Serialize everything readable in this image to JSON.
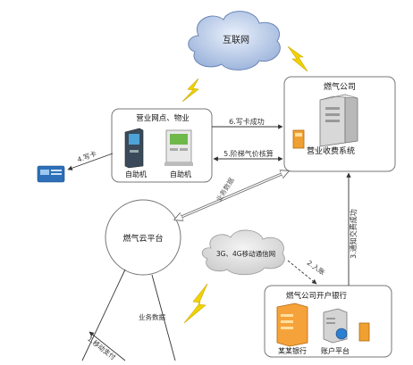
{
  "nodes": {
    "internet": "互联网",
    "gas_company": "燃气公司",
    "billing_system": "营业收费系统",
    "outlets": "营业网点、物业",
    "kiosk_left": "自助机",
    "kiosk_right": "自助机",
    "gas_cloud": "燃气云平台",
    "mobile_network": "3G、4G移动通信网",
    "bank_title": "燃气公司开户银行",
    "bank_name": "某某银行",
    "account_platform": "账户平台"
  },
  "edges": {
    "write_card_success": "6.写卡成功",
    "tiered_price": "5.阶梯气价核算",
    "write_card": "4.写卡",
    "business_data_1": "业务数据",
    "business_data_2": "业务数据",
    "notify_payment": "3.通知交费成功",
    "deposit": "2.入账",
    "mobile_payment": "1.移动支付"
  }
}
